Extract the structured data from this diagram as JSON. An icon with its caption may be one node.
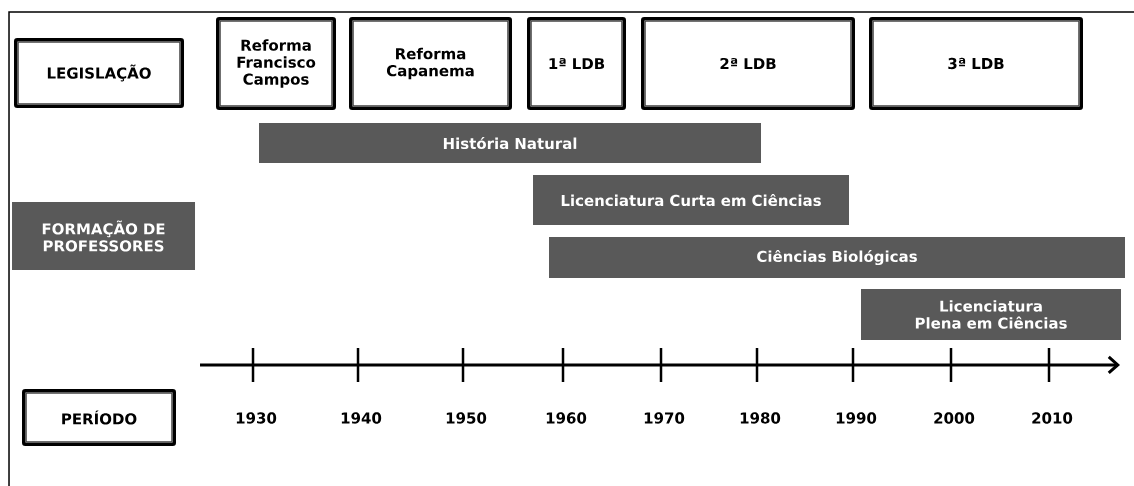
{
  "diagram": {
    "nodes": [
      {
        "text": [
          "LEGISLAÇÃO"
        ]
      },
      {
        "text": [
          "Reforma Francisco Campos"
        ]
      },
      {
        "text": [
          "Reforma Capanema"
        ]
      },
      {
        "text": [
          "1ª LDB"
        ]
      },
      {
        "text": [
          "2ª LDB"
        ]
      },
      {
        "text": [
          "3ª LDB"
        ]
      },
      {
        "text": [
          "História Natural"
        ]
      },
      {
        "text": [
          "FORMAÇÃO DE PROFESSORES"
        ]
      },
      {
        "text": [
          "Licenciatura Curta em Ciências"
        ]
      },
      {
        "text": [
          "Ciências Biológicas"
        ]
      },
      {
        "text": [
          "Licenciatura Plena em Ciências"
        ]
      },
      {
        "text": [
          "PERÍODO"
        ]
      }
    ],
    "labels": [
      "1930",
      "1940",
      "1950",
      "1960",
      "1970",
      "1980",
      "1990",
      "2000",
      "2010"
    ]
  }
}
